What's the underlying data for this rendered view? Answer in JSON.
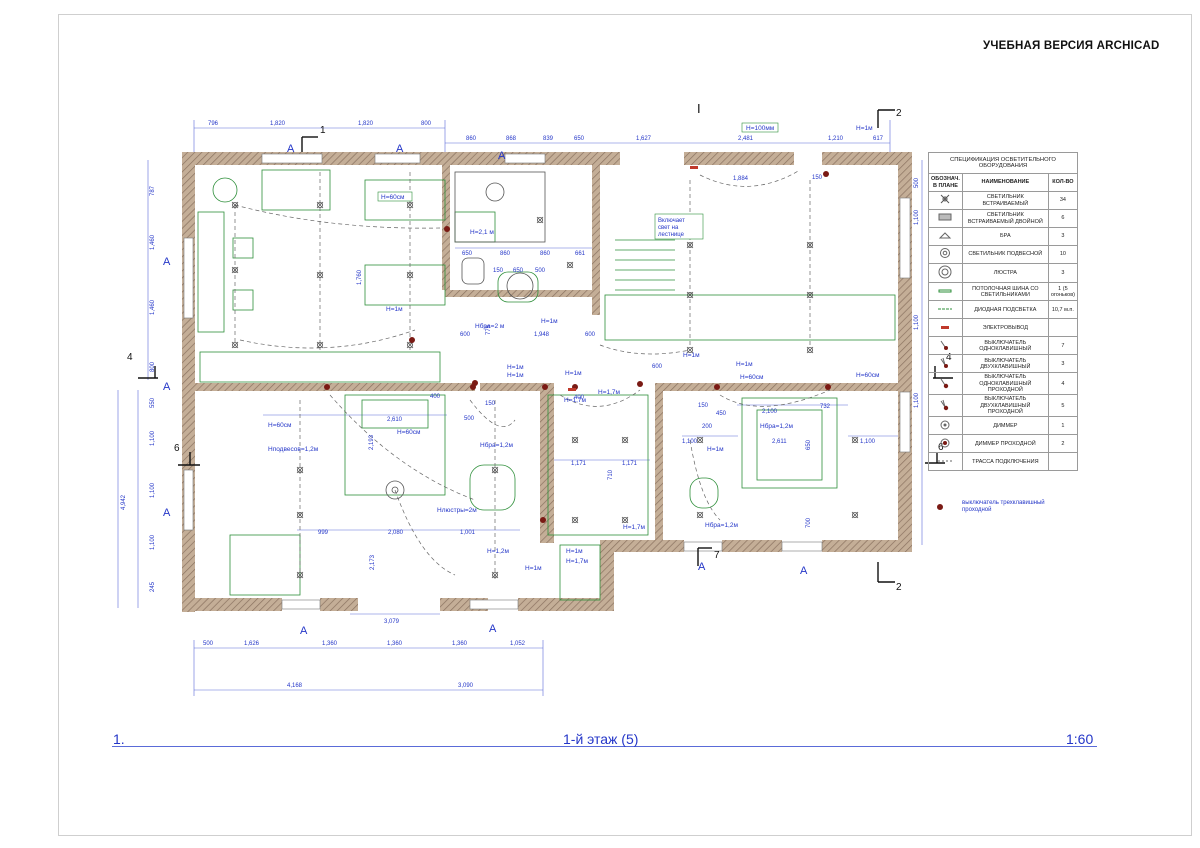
{
  "header": {
    "watermark": "УЧЕБНАЯ ВЕРСИЯ ARCHICAD"
  },
  "title_block": {
    "number": "1.",
    "title": "1-й этаж (5)",
    "scale": "1:60"
  },
  "marks": {
    "section_i": "I",
    "cut": [
      "1",
      "2",
      "2",
      "4",
      "4",
      "6",
      "6",
      "7"
    ],
    "axis_a": "А"
  },
  "dims": {
    "top_row": [
      "796",
      "1,820",
      "1,820",
      "800",
      "860",
      "868",
      "839",
      "650",
      "1,627",
      "2,481",
      "1,210",
      "617"
    ],
    "bottom_row": [
      "500",
      "1,626",
      "1,360",
      "1,360",
      "1,360",
      "1,052"
    ],
    "bottom_total": [
      "4,168",
      "3,090"
    ],
    "left": [
      "787",
      "1,460",
      "1,460",
      "800",
      "550",
      "1,100",
      "1,100",
      "1,100",
      "245"
    ],
    "left_total": "4,942",
    "inner": [
      "1,760",
      "2,610",
      "2,193",
      "2,080",
      "2,173",
      "1,001",
      "999",
      "3,079",
      "1,171",
      "1,171",
      "2,100",
      "2,611",
      "1,884",
      "1,948",
      "600",
      "600",
      "650",
      "860",
      "860",
      "661",
      "650",
      "150",
      "150",
      "500",
      "775",
      "710",
      "450",
      "200",
      "732",
      "650",
      "700",
      "400"
    ],
    "right": [
      "500",
      "1,100",
      "1,100",
      "1,100",
      "150"
    ]
  },
  "heights": [
    "H=100мм",
    "H=1м",
    "H=60см",
    "H=1м",
    "H=2,1 м",
    "Hбра=2 м",
    "H=1м",
    "H=1м",
    "H=1м",
    "H=60см",
    "H=60см",
    "Hподвесов=1,2м",
    "H=1,7м",
    "H=1,7м",
    "H=1м",
    "H=60см",
    "H=60см",
    "Hбра=1,2м",
    "Hбра=1,2м",
    "Hлюстры=2м",
    "H=1,2м",
    "H=1м",
    "H=1м",
    "H=1,7м",
    "H=1,7м",
    "H=1м",
    "Hбра=1,2м",
    "H=1м",
    "H=1м"
  ],
  "note": "Включает свет на лестнице",
  "legend": {
    "caption": "СПЕЦИФИКАЦИЯ ОСВЕТИТЕЛЬНОГО ОБОРУДОВАНИЯ",
    "headers": [
      "ОБОЗНАЧ. В ПЛАНЕ",
      "НАИМЕНОВАНИЕ",
      "КОЛ-ВО"
    ],
    "rows": [
      {
        "icon": "recessed-light-icon",
        "name": "СВЕТИЛЬНИК ВСТРАИВАЕМЫЙ",
        "qty": "34"
      },
      {
        "icon": "double-recessed-light-icon",
        "name": "СВЕТИЛЬНИК ВСТРАИВАЕМЫЙ ДВОЙНОЙ",
        "qty": "6"
      },
      {
        "icon": "sconce-icon",
        "name": "БРА",
        "qty": "3"
      },
      {
        "icon": "pendant-light-icon",
        "name": "СВЕТИЛЬНИК ПОДВЕСНОЙ",
        "qty": "10"
      },
      {
        "icon": "chandelier-icon",
        "name": "ЛЮСТРА",
        "qty": "3"
      },
      {
        "icon": "ceiling-track-icon",
        "name": "ПОТОЛОЧНАЯ ШИНА СО СВЕТИЛЬНИКАМИ",
        "qty": "1 (5 огоньков)"
      },
      {
        "icon": "led-strip-icon",
        "name": "ДИОДНАЯ ПОДСВЕТКА",
        "qty": "10,7 м.п."
      },
      {
        "icon": "power-outlet-icon",
        "name": "ЭЛЕКТРОВЫВОД",
        "qty": ""
      },
      {
        "icon": "single-switch-icon",
        "name": "ВЫКЛЮЧАТЕЛЬ ОДНОКЛАВИШНЫЙ",
        "qty": "7"
      },
      {
        "icon": "double-switch-icon",
        "name": "ВЫКЛЮЧАТЕЛЬ ДВУХКЛАВИШНЫЙ",
        "qty": "3"
      },
      {
        "icon": "single-pass-switch-icon",
        "name": "ВЫКЛЮЧАТЕЛЬ ОДНОКЛАВИШНЫЙ ПРОХОДНОЙ",
        "qty": "4"
      },
      {
        "icon": "double-pass-switch-icon",
        "name": "ВЫКЛЮЧАТЕЛЬ ДВУХКЛАВИШНЫЙ ПРОХОДНОЙ",
        "qty": "5"
      },
      {
        "icon": "dimmer-icon",
        "name": "ДИММЕР",
        "qty": "1"
      },
      {
        "icon": "pass-dimmer-icon",
        "name": "ДИММЕР ПРОХОДНОЙ",
        "qty": "2"
      },
      {
        "icon": "wiring-route-icon",
        "name": "ТРАССА ПОДКЛЮЧЕНИЯ",
        "qty": ""
      }
    ],
    "footnote": "выключатель трехклавишный проходной"
  },
  "colors": {
    "wall": "#b59d87",
    "dim": "#2436c8",
    "furniture": "#2e8f3a",
    "wire": "#666666",
    "switch": "#7a1a14",
    "hatch": "#8a7260"
  }
}
